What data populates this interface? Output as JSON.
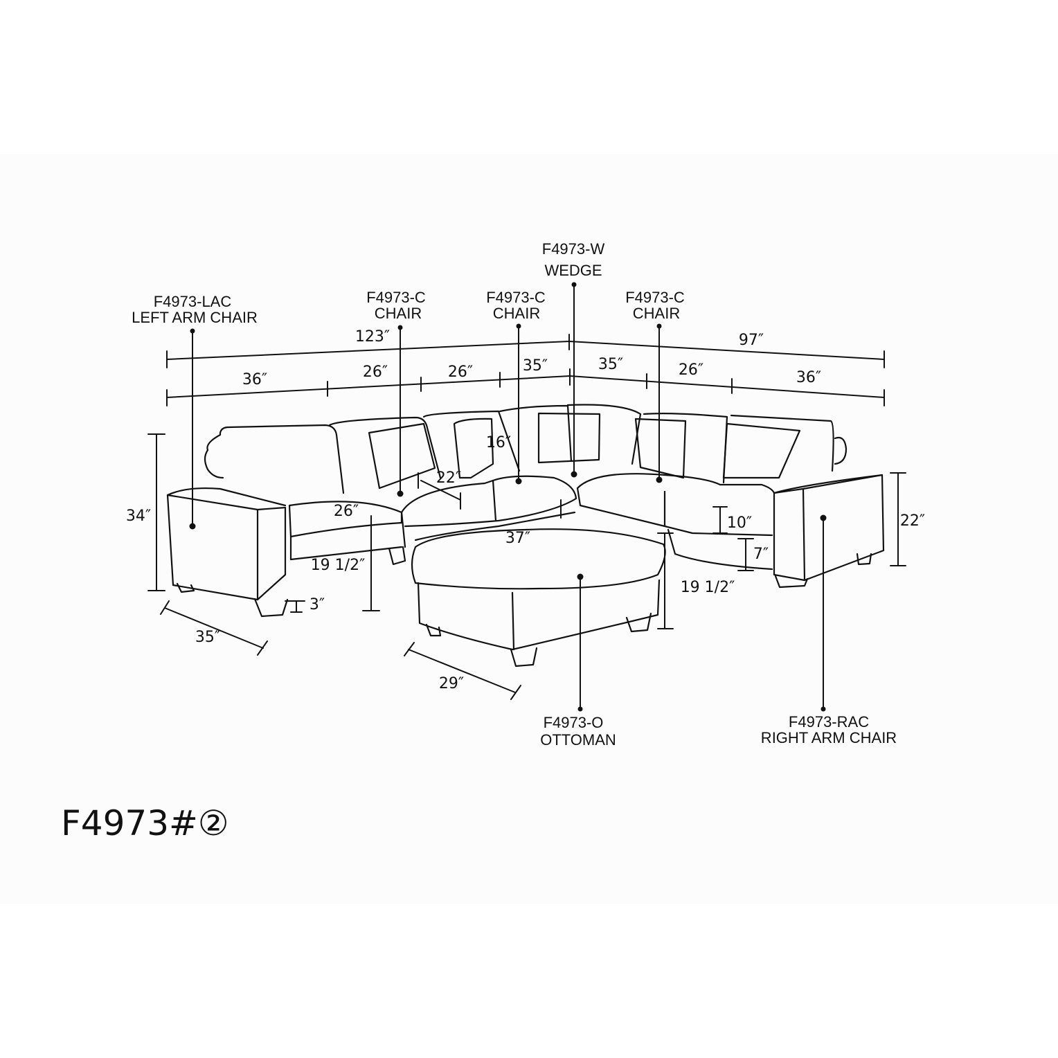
{
  "model": "F4973#②",
  "parts": {
    "wedge": {
      "code": "F4973-W",
      "name": "WEDGE"
    },
    "left_arm_chair": {
      "code": "F4973-LAC",
      "name": "LEFT ARM CHAIR"
    },
    "chair_1": {
      "code": "F4973-C",
      "name": "CHAIR"
    },
    "chair_2": {
      "code": "F4973-C",
      "name": "CHAIR"
    },
    "chair_3": {
      "code": "F4973-C",
      "name": "CHAIR"
    },
    "ottoman": {
      "code": "F4973-O",
      "name": "OTTOMAN"
    },
    "right_arm_chair": {
      "code": "F4973-RAC",
      "name": "RIGHT ARM CHAIR"
    }
  },
  "dimensions": {
    "overall_left": "123″",
    "overall_right": "97″",
    "lac_width": "36″",
    "chair1_width": "26″",
    "chair2_width": "26″",
    "wedge_left": "35″",
    "wedge_right": "35″",
    "chair3_width": "26″",
    "rac_width": "36″",
    "back_height": "16″",
    "seat_depth": "22″",
    "seat_width": "26″",
    "ottoman_width": "37″",
    "total_height": "34″",
    "seat_height": "19 1/2″",
    "leg_height": "3″",
    "depth": "35″",
    "ottoman_depth": "29″",
    "cushion_thickness": "10″",
    "base_height": "7″",
    "arm_height": "22″",
    "ottoman_height": "19 1/2″"
  }
}
